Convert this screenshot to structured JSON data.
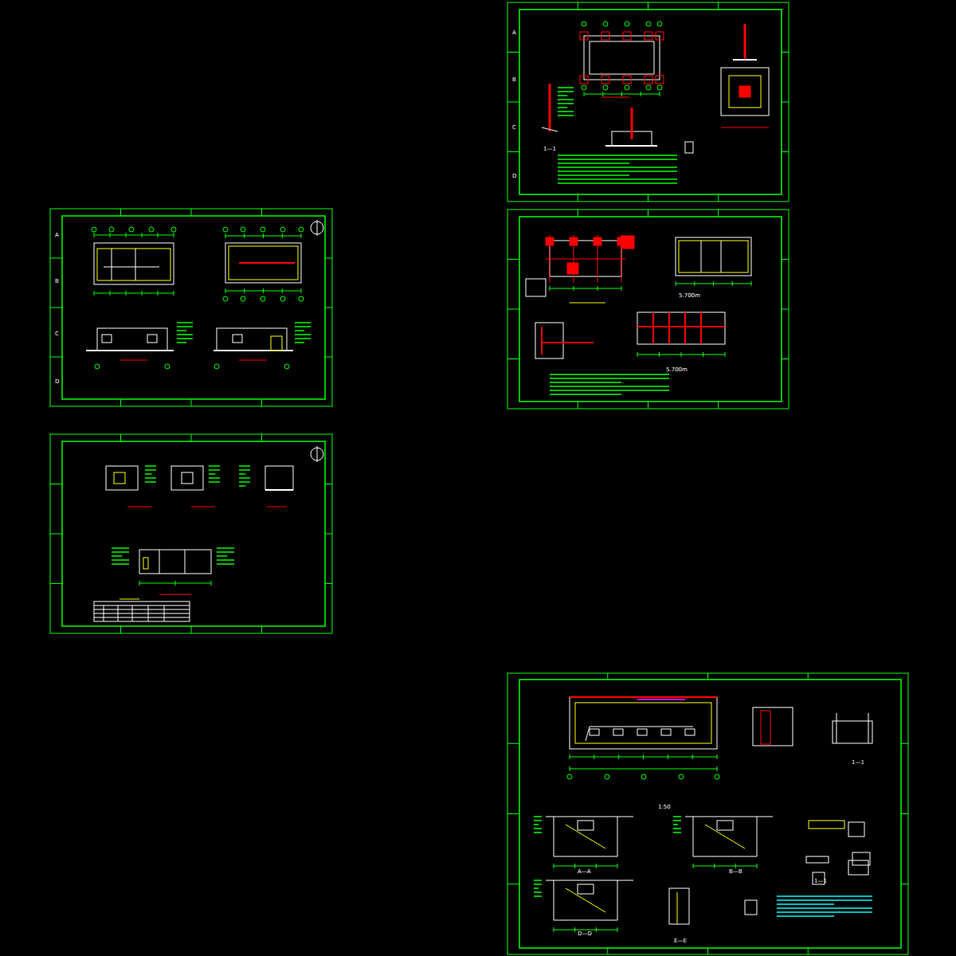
{
  "diagram": {
    "labels": [
      "A",
      "B",
      "C",
      "D",
      "A",
      "B",
      "C",
      "D",
      "1—1",
      "5.700m",
      "5.700m",
      "1:50",
      "1—1",
      "A—A",
      "B—B",
      "D—D",
      "E—E",
      "1—1"
    ]
  }
}
